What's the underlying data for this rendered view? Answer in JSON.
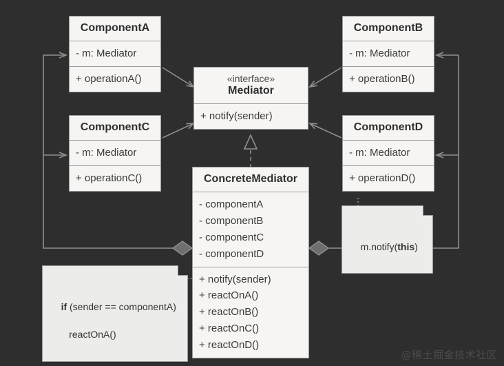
{
  "diagram": {
    "title": "Mediator design pattern UML class diagram",
    "background_color": "#2e2e2e",
    "box_fill": "#f6f5f3",
    "note_fill": "#ececea",
    "line_color": "#8f8f8f"
  },
  "classes": {
    "component_a": {
      "name": "ComponentA",
      "attributes": [
        "- m: Mediator"
      ],
      "operations": [
        "+ operationA()"
      ]
    },
    "component_b": {
      "name": "ComponentB",
      "attributes": [
        "- m: Mediator"
      ],
      "operations": [
        "+ operationB()"
      ]
    },
    "component_c": {
      "name": "ComponentC",
      "attributes": [
        "- m: Mediator"
      ],
      "operations": [
        "+ operationC()"
      ]
    },
    "component_d": {
      "name": "ComponentD",
      "attributes": [
        "- m: Mediator"
      ],
      "operations": [
        "+ operationD()"
      ]
    },
    "mediator": {
      "stereotype": "«interface»",
      "name": "Mediator",
      "operations": [
        "+ notify(sender)"
      ]
    },
    "concrete_mediator": {
      "name": "ConcreteMediator",
      "attributes": [
        "- componentA",
        "- componentB",
        "- componentC",
        "- componentD"
      ],
      "operations": [
        "+ notify(sender)",
        "+ reactOnA()",
        "+ reactOnB()",
        "+ reactOnC()",
        "+ reactOnD()"
      ]
    }
  },
  "notes": {
    "react_note": {
      "line1_bold": "if",
      "line1_rest": " (sender == componentA)",
      "line2": "   reactOnA()"
    },
    "notify_note": {
      "prefix": "m.notify(",
      "bold": "this",
      "suffix": ")"
    }
  },
  "watermark": {
    "text": "@稀土掘金技术社区"
  }
}
